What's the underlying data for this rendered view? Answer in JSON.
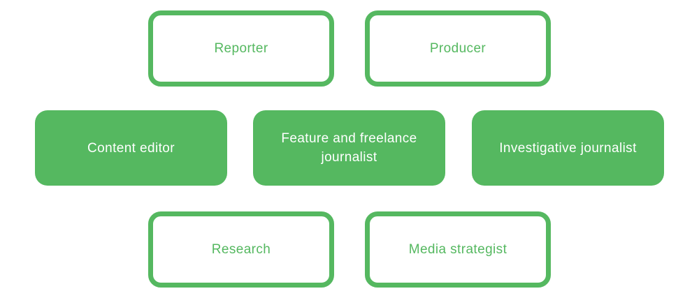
{
  "diagram_title": "",
  "colors": {
    "green": "#55B860",
    "on_green": "#FFFFFF",
    "background": "#FFFFFF"
  },
  "nodes": [
    {
      "id": "reporter",
      "label": "Reporter",
      "variant": "outline"
    },
    {
      "id": "producer",
      "label": "Producer",
      "variant": "outline"
    },
    {
      "id": "content-editor",
      "label": "Content editor",
      "variant": "filled"
    },
    {
      "id": "feature-freelance-journalist",
      "label": "Feature and freelance journalist",
      "variant": "filled"
    },
    {
      "id": "investigative-journalist",
      "label": "Investigative journalist",
      "variant": "filled"
    },
    {
      "id": "research",
      "label": "Research",
      "variant": "outline"
    },
    {
      "id": "media-strategist",
      "label": "Media strategist",
      "variant": "outline"
    }
  ]
}
